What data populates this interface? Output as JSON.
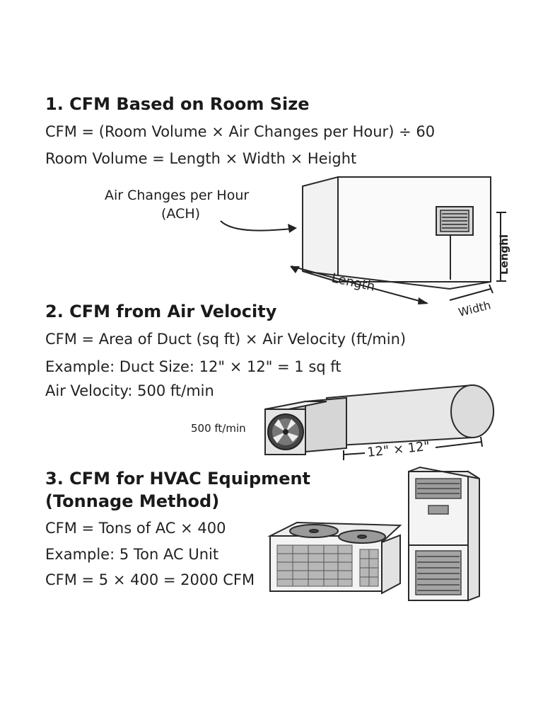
{
  "section1": {
    "heading": "1. CFM Based on Room Size",
    "formula": "CFM = (Room Volume × Air Changes per Hour) ÷ 60",
    "volume_formula": "Room Volume = Length × Width × Height",
    "callout_line1": "Air Changes per Hour",
    "callout_line2": "(ACH)",
    "dim_length": "Length",
    "dim_width": "Width",
    "dim_height": "Lenghl"
  },
  "section2": {
    "heading": "2. CFM from Air Velocity",
    "formula": "CFM = Area of Duct (sq ft) × Air Velocity (ft/min)",
    "example": "Example: Duct Size: 12\" × 12\" = 1 sq ft",
    "velocity": "Air Velocity: 500 ft/min",
    "fan_label": "500 ft/min",
    "duct_label": "12\" × 12\""
  },
  "section3": {
    "heading_line1": "3. CFM for HVAC Equipment",
    "heading_line2": "(Tonnage Method)",
    "formula": "CFM = Tons of AC × 400",
    "example": "Example: 5 Ton AC Unit",
    "result": "CFM = 5 × 400 = 2000 CFM"
  }
}
